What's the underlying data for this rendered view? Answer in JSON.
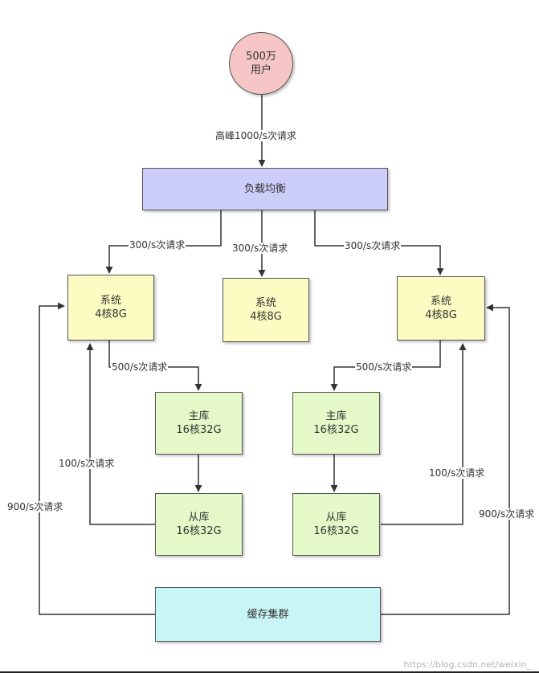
{
  "nodes": {
    "users": {
      "line1": "500万",
      "line2": "用户",
      "fill": "#f6c6c6"
    },
    "load_balancer": {
      "label": "负载均衡",
      "fill": "#ccccf8"
    },
    "system_left": {
      "line1": "系统",
      "line2": "4核8G",
      "fill": "#fbfbc2"
    },
    "system_mid": {
      "line1": "系统",
      "line2": "4核8G",
      "fill": "#fbfbc2"
    },
    "system_right": {
      "line1": "系统",
      "line2": "4核8G",
      "fill": "#fbfbc2"
    },
    "master_left": {
      "line1": "主库",
      "line2": "16核32G",
      "fill": "#e4f8c8"
    },
    "master_right": {
      "line1": "主库",
      "line2": "16核32G",
      "fill": "#e4f8c8"
    },
    "slave_left": {
      "line1": "从库",
      "line2": "16核32G",
      "fill": "#e4f8c8"
    },
    "slave_right": {
      "line1": "从库",
      "line2": "16核32G",
      "fill": "#e4f8c8"
    },
    "cache_cluster": {
      "label": "缓存集群",
      "fill": "#c8f6f6"
    }
  },
  "edges": {
    "peak": "高峰1000/s次请求",
    "lb_left": "300/s次请求",
    "lb_mid": "300/s次请求",
    "lb_right": "300/s次请求",
    "sys_left_to_master": "500/s次请求",
    "sys_right_to_master": "500/s次请求",
    "slave_left_to_sys": "100/s次请求",
    "slave_right_to_sys": "100/s次请求",
    "cache_to_left": "900/s次请求",
    "cache_to_right": "900/s次请求"
  },
  "watermark": "https://blog.csdn.net/weixin_"
}
